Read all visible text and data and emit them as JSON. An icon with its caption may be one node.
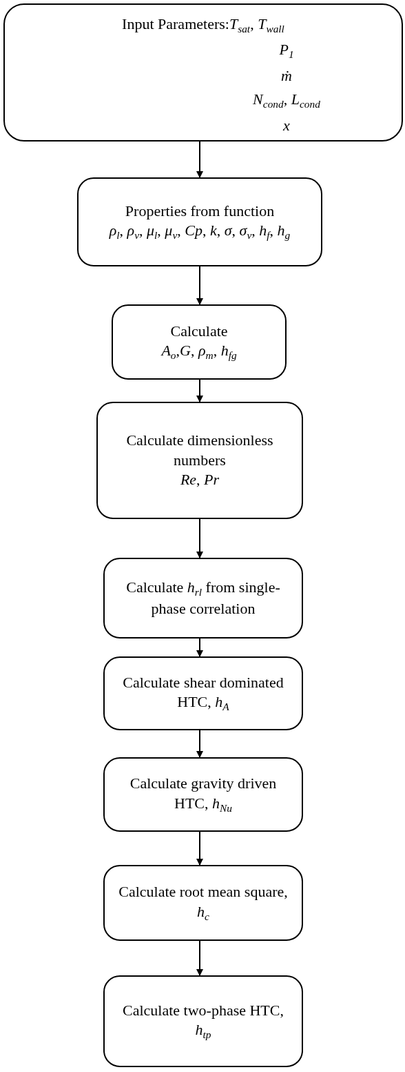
{
  "diagram": {
    "nodes": [
      {
        "text": [
          "Input Parameters:*T*$_{sat}$, *T*$_{wall}$",
          "*P*$_{1}$",
          "*ṁ*",
          "*N*$_{cond}$, *L*$_{cond}$",
          "*x*"
        ]
      },
      {
        "text": [
          "Properties from function",
          "*ρ*$_{l}$, *ρ*$_{v}$, *μ*$_{l}$, *μ*$_{v}$, *Cp*, *k*, *σ*, *σ*$_{v}$, *h*$_{f}$, *h*$_{g}$"
        ]
      },
      {
        "text": [
          "Calculate",
          "*A*$_{o}$,*G*, *ρ*$_{m}$, *h*$_{fg}$"
        ]
      },
      {
        "text": [
          "Calculate dimensionless numbers",
          "*Re*, *Pr*"
        ]
      },
      {
        "text": [
          "Calculate *h*$_{rl}$ from single-phase correlation"
        ]
      },
      {
        "text": [
          "Calculate shear dominated HTC, *h*$_{A}$"
        ]
      },
      {
        "text": [
          "Calculate gravity driven HTC, *h*$_{Nu}$"
        ]
      },
      {
        "text": [
          "Calculate root mean square, *h*$_{c}$"
        ]
      },
      {
        "text": [
          "Calculate two-phase HTC, *h*$_{tp}$"
        ]
      }
    ],
    "edges": [
      {
        "from": 0,
        "to": 1,
        "arrow": "to"
      },
      {
        "from": 1,
        "to": 2,
        "arrow": "to"
      },
      {
        "from": 2,
        "to": 3,
        "arrow": "to"
      },
      {
        "from": 3,
        "to": 4,
        "arrow": "to"
      },
      {
        "from": 4,
        "to": 5,
        "arrow": "to"
      },
      {
        "from": 5,
        "to": 6,
        "arrow": "to"
      },
      {
        "from": 6,
        "to": 7,
        "arrow": "to"
      },
      {
        "from": 7,
        "to": 8,
        "arrow": "to"
      }
    ]
  }
}
